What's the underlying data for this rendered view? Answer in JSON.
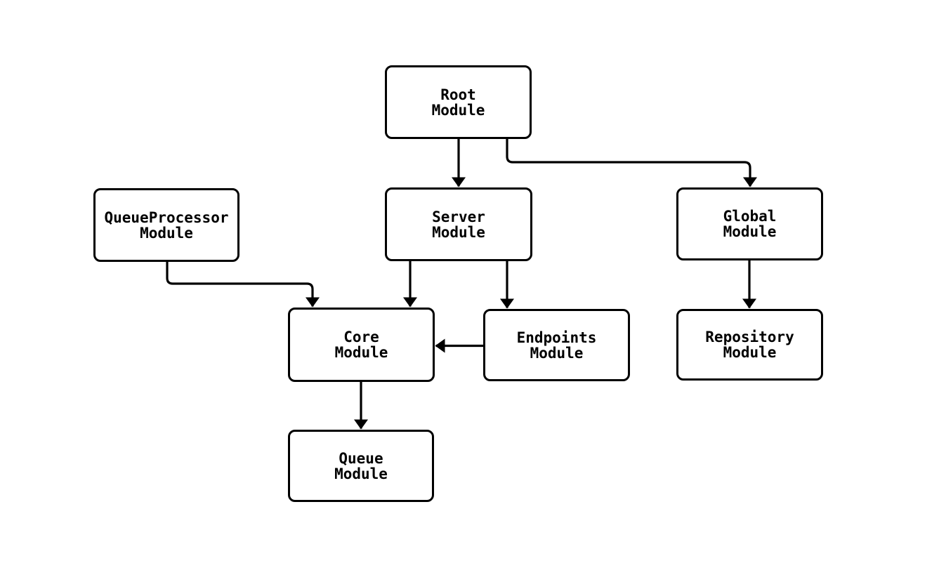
{
  "diagram": {
    "type": "flowchart",
    "background_color": "#ffffff",
    "node_fill_color": "#ffffff",
    "node_border_color": "#000000",
    "edge_color": "#000000",
    "text_color": "#000000",
    "nodes": {
      "root": {
        "label": "Root\nModule"
      },
      "queueproc": {
        "label": "QueueProcessor\nModule"
      },
      "server": {
        "label": "Server\nModule"
      },
      "global": {
        "label": "Global\nModule"
      },
      "core": {
        "label": "Core\nModule"
      },
      "endpoints": {
        "label": "Endpoints\nModule"
      },
      "repository": {
        "label": "Repository\nModule"
      },
      "queue": {
        "label": "Queue\nModule"
      }
    },
    "edges": [
      {
        "from": "Root Module",
        "to": "Server Module"
      },
      {
        "from": "Root Module",
        "to": "Global Module"
      },
      {
        "from": "QueueProcessor Module",
        "to": "Core Module"
      },
      {
        "from": "Server Module",
        "to": "Core Module"
      },
      {
        "from": "Server Module",
        "to": "Endpoints Module"
      },
      {
        "from": "Endpoints Module",
        "to": "Core Module"
      },
      {
        "from": "Global Module",
        "to": "Repository Module"
      },
      {
        "from": "Core Module",
        "to": "Queue Module"
      }
    ]
  }
}
